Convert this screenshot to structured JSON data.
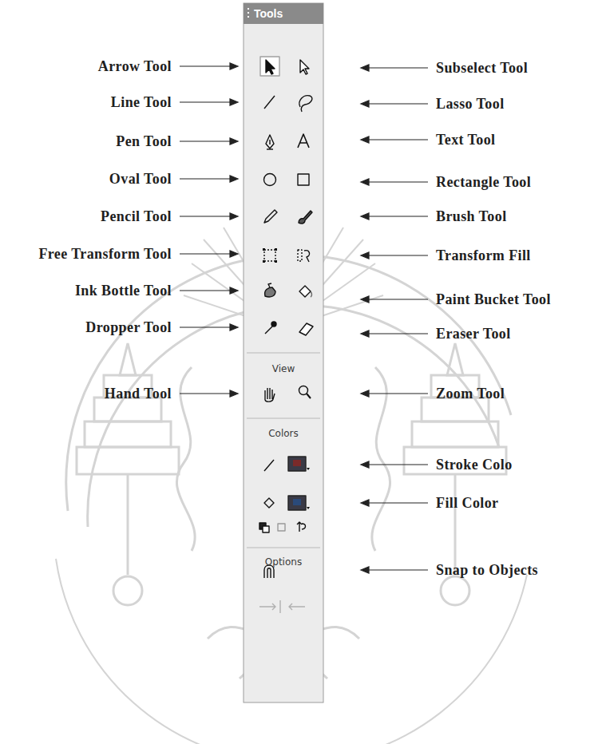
{
  "diagram": {
    "labels": [
      "Tools",
      "Arrow Tool",
      "Line Tool",
      "Pen Tool",
      "Oval Tool",
      "Pencil Tool",
      "Free Transform Tool",
      "Ink Bottle Tool",
      "Dropper Tool",
      "Hand Tool",
      "Subselect Tool",
      "Lasso Tool",
      "Text Tool",
      "Rectangle Tool",
      "Brush Tool",
      "Transform Fill",
      "Paint Bucket Tool",
      "Eraser Tool",
      "Zoom Tool",
      "Stroke Colo",
      "Fill Color",
      "Snap to Objects",
      "View",
      "Colors",
      "Options"
    ]
  }
}
